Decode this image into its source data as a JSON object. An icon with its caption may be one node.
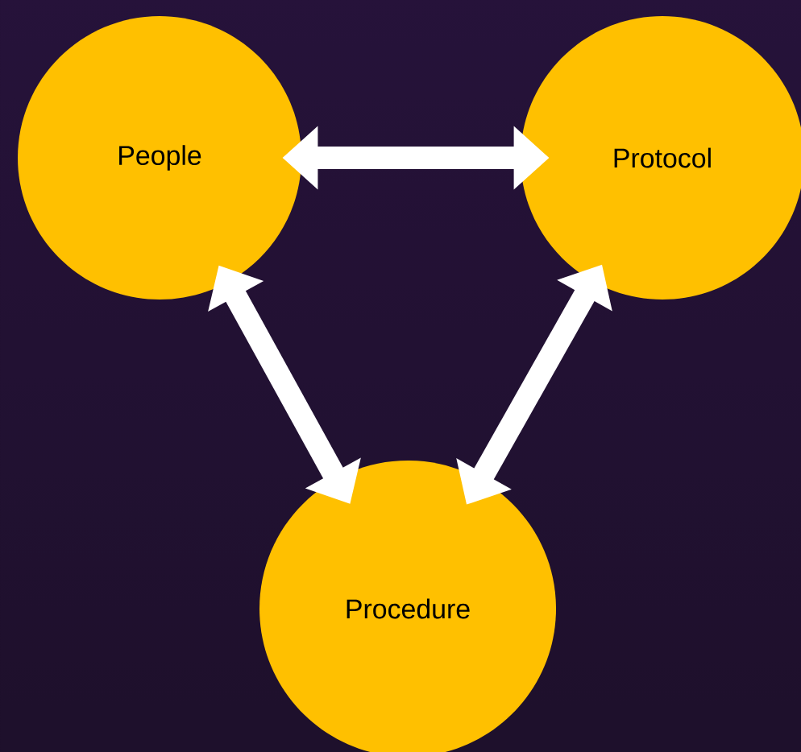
{
  "diagram": {
    "nodes": [
      {
        "text": [
          "People"
        ]
      },
      {
        "text": [
          "Protocol"
        ]
      },
      {
        "text": [
          "Procedure"
        ]
      }
    ],
    "edges": [
      {
        "from": 0,
        "to": 1,
        "arrow": "both"
      },
      {
        "from": 0,
        "to": 2,
        "arrow": "both"
      },
      {
        "from": 1,
        "to": 2,
        "arrow": "both"
      }
    ]
  }
}
